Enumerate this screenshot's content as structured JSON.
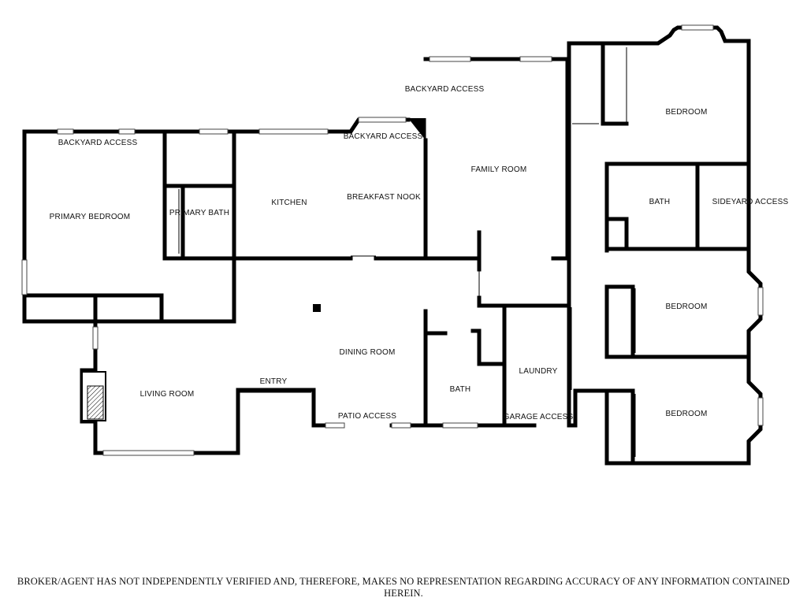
{
  "rooms": {
    "primary_bedroom": "PRIMARY BEDROOM",
    "primary_bath": "PRIMARY BATH",
    "kitchen": "KITCHEN",
    "breakfast_nook": "BREAKFAST NOOK",
    "family_room": "FAMILY ROOM",
    "bedroom_ne": "BEDROOM",
    "bath_east": "BATH",
    "sideyard_access": "SIDEYARD ACCESS",
    "bedroom_e": "BEDROOM",
    "bedroom_se": "BEDROOM",
    "dining_room": "DINING ROOM",
    "living_room": "LIVING ROOM",
    "entry": "ENTRY",
    "patio_access": "PATIO ACCESS",
    "bath_south": "BATH",
    "laundry": "LAUNDRY",
    "garage_access": "GARAGE ACCESS",
    "backyard_access_west": "BACKYARD ACCESS",
    "backyard_access_center": "BACKYARD ACCESS",
    "backyard_access_north": "BACKYARD ACCESS"
  },
  "disclaimer": "BROKER/AGENT HAS NOT INDEPENDENTLY VERIFIED AND, THEREFORE, MAKES NO REPRESENTATION REGARDING ACCURACY OF ANY INFORMATION CONTAINED HEREIN."
}
